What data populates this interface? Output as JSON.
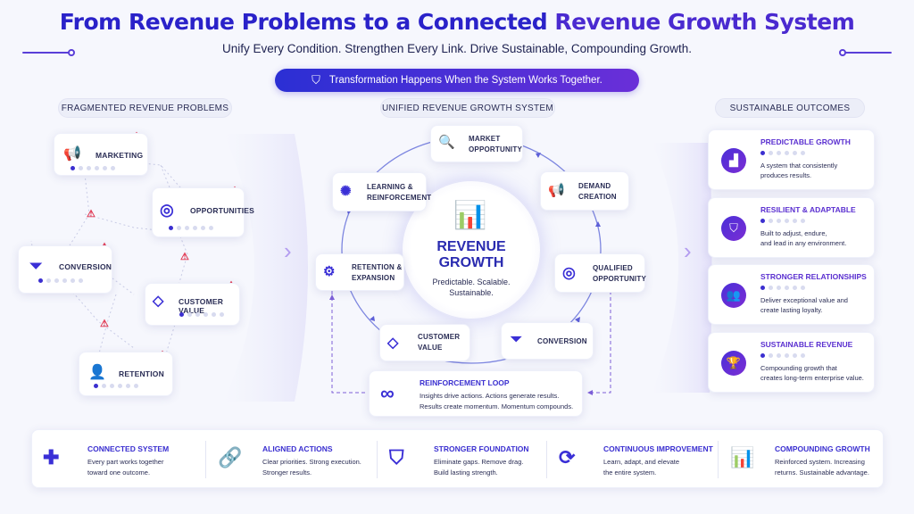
{
  "header": {
    "title_a": "From Revenue Problems to a Connected ",
    "title_b": "Revenue Growth System",
    "subtitle": "Unify Every Condition. Strengthen Every Link. Drive Sustainable, Compounding Growth.",
    "banner": "Transformation Happens When the System Works Together."
  },
  "sections": {
    "left": "FRAGMENTED REVENUE PROBLEMS",
    "center": "UNIFIED REVENUE GROWTH SYSTEM",
    "right": "SUSTAINABLE OUTCOMES"
  },
  "problems": [
    {
      "label": "MARKETING",
      "icon": "megaphone-icon"
    },
    {
      "label": "OPPORTUNITIES",
      "icon": "target-icon"
    },
    {
      "label": "CONVERSION",
      "icon": "funnel-icon"
    },
    {
      "label": "CUSTOMER VALUE",
      "icon": "diamond-icon"
    },
    {
      "label": "RETENTION",
      "icon": "person-icon"
    }
  ],
  "hub": {
    "title_1": "REVENUE",
    "title_2": "GROWTH",
    "sub_1": "Predictable. Scalable.",
    "sub_2": "Sustainable."
  },
  "cycle": [
    {
      "label_1": "MARKET",
      "label_2": "OPPORTUNITY",
      "icon": "search-chart-icon"
    },
    {
      "label_1": "DEMAND",
      "label_2": "CREATION",
      "icon": "megaphone-icon"
    },
    {
      "label_1": "QUALIFIED",
      "label_2": "OPPORTUNITY",
      "icon": "target-icon"
    },
    {
      "label_1": "CONVERSION",
      "label_2": "",
      "icon": "funnel-icon"
    },
    {
      "label_1": "CUSTOMER",
      "label_2": "VALUE",
      "icon": "diamond-icon"
    },
    {
      "label_1": "RETENTION &",
      "label_2": "EXPANSION",
      "icon": "network-icon"
    },
    {
      "label_1": "LEARNING &",
      "label_2": "REINFORCEMENT",
      "icon": "brain-icon"
    }
  ],
  "loop": {
    "title": "REINFORCEMENT LOOP",
    "line_1": "Insights drive actions. Actions generate results.",
    "line_2": "Results create momentum. Momentum compounds.",
    "icon": "infinity-icon"
  },
  "outcomes": [
    {
      "title": "PREDICTABLE GROWTH",
      "line_1": "A system that consistently",
      "line_2": "produces results.",
      "icon": "bar-chart-icon"
    },
    {
      "title": "RESILIENT & ADAPTABLE",
      "line_1": "Built to adjust, endure,",
      "line_2": "and lead in any environment.",
      "icon": "shield-icon"
    },
    {
      "title": "STRONGER RELATIONSHIPS",
      "line_1": "Deliver exceptional value and",
      "line_2": "create lasting loyalty.",
      "icon": "people-icon"
    },
    {
      "title": "SUSTAINABLE REVENUE",
      "line_1": "Compounding growth that",
      "line_2": "creates long-term enterprise value.",
      "icon": "trophy-icon"
    }
  ],
  "bottom": [
    {
      "title": "CONNECTED SYSTEM",
      "line_1": "Every part works together",
      "line_2": "toward one outcome.",
      "icon": "puzzle-icon"
    },
    {
      "title": "ALIGNED ACTIONS",
      "line_1": "Clear priorities. Strong execution.",
      "line_2": "Stronger results.",
      "icon": "link-icon"
    },
    {
      "title": "STRONGER FOUNDATION",
      "line_1": "Eliminate gaps. Remove drag.",
      "line_2": "Build lasting strength.",
      "icon": "shield-icon"
    },
    {
      "title": "CONTINUOUS IMPROVEMENT",
      "line_1": "Learn, adapt, and elevate",
      "line_2": "the entire system.",
      "icon": "cycle-icon"
    },
    {
      "title": "COMPOUNDING GROWTH",
      "line_1": "Reinforced system. Increasing",
      "line_2": "returns. Sustainable advantage.",
      "icon": "growth-chart-icon"
    }
  ],
  "colors": {
    "primary": "#2a22c9",
    "accent": "#6a2fd8",
    "warning": "#e0344e"
  }
}
